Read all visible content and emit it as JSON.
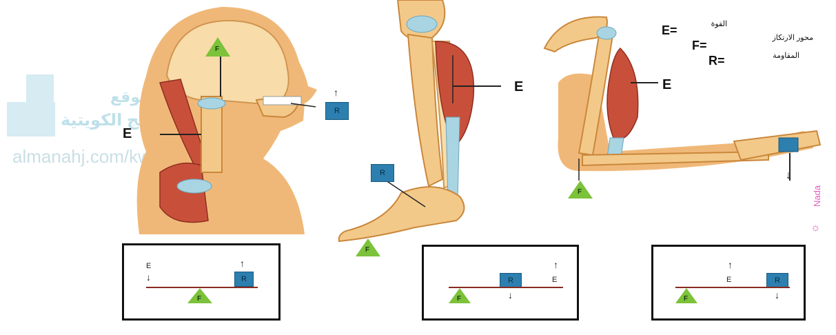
{
  "watermark": {
    "line1": "موقع",
    "line2": "المناهج الكويتية",
    "url": "almanahj.com/kw"
  },
  "legend": {
    "effort": "القوة",
    "fulcrum": "محور الارتكاز",
    "resistance": "المقاومة",
    "e_sym": "E=",
    "f_sym": "F=",
    "r_sym": "R="
  },
  "labels": {
    "e": "E",
    "f": "F",
    "r": "R",
    "signature": "Nada"
  },
  "colors": {
    "fulcrum_green": "#7cc23a",
    "resistance_blue": "#2c7fae",
    "beam": "#8a2a20"
  }
}
